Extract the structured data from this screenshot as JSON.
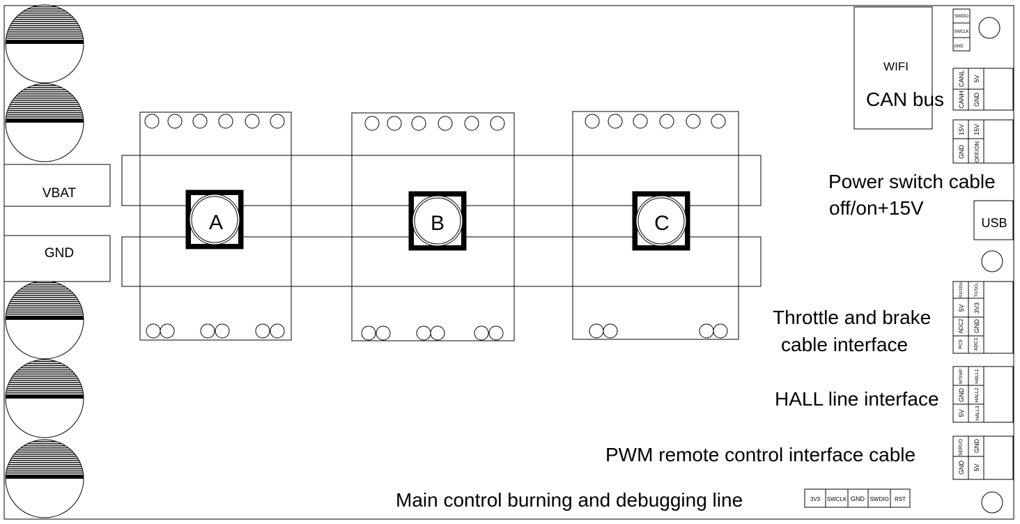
{
  "power_terminals": {
    "vbat": "VBAT",
    "gnd": "GND"
  },
  "phases": [
    {
      "label": "A"
    },
    {
      "label": "B"
    },
    {
      "label": "C"
    }
  ],
  "modules": {
    "wifi": "WIFI",
    "usb": "USB"
  },
  "connectors": {
    "swd_top": {
      "pins": [
        "SWDIO",
        "SWCLK",
        "GND"
      ]
    },
    "can": {
      "pins": [
        "CANL",
        "5V",
        "CANH",
        "GND"
      ]
    },
    "power_switch": {
      "pins": [
        "15V",
        "15V",
        "GND",
        "OFF/ON"
      ]
    },
    "throttle": {
      "pins": [
        "RX/SDA",
        "TX/SCL",
        "5V",
        "3V3",
        "ADC2",
        "GND",
        "PC9",
        "ADC1"
      ]
    },
    "hall": {
      "pins": [
        "MTEMP",
        "HALL1",
        "GND",
        "HALL2",
        "5V",
        "HALL3"
      ]
    },
    "pwm": {
      "pins": [
        "SERVO",
        "GND",
        "GND",
        "5V"
      ]
    },
    "debug": {
      "pins": [
        "3V3",
        "SWCLK",
        "GND",
        "SWDIO",
        "RST"
      ]
    }
  },
  "captions": {
    "can_bus": "CAN bus",
    "power_switch_line1": "Power switch cable",
    "power_switch_line2": "off/on+15V",
    "throttle_line1": "Throttle and brake",
    "throttle_line2": "cable interface",
    "hall": "HALL line interface",
    "pwm": "PWM remote control interface cable",
    "debug": "Main control burning and debugging line"
  }
}
